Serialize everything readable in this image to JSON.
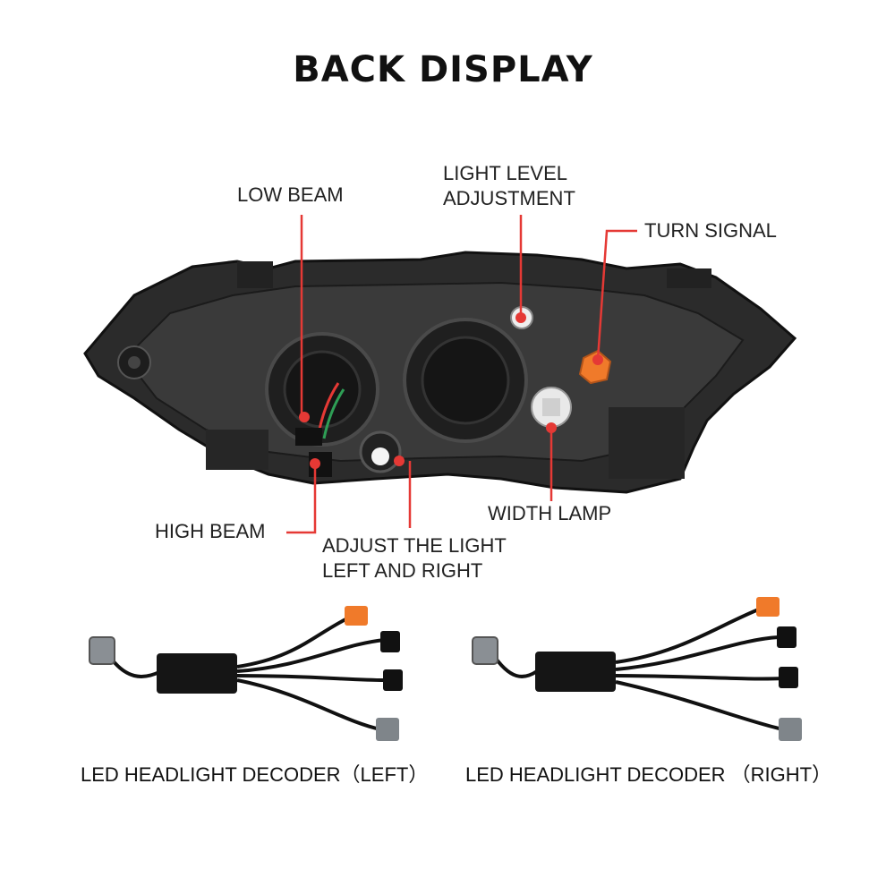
{
  "title": "BACK DISPLAY",
  "callouts": {
    "low_beam": "LOW BEAM",
    "light_level": "LIGHT LEVEL\nADJUSTMENT",
    "turn_signal": "TURN SIGNAL",
    "width_lamp": "WIDTH LAMP",
    "high_beam": "HIGH BEAM",
    "adjust_lr": "ADJUST THE LIGHT\nLEFT AND RIGHT"
  },
  "decoders": {
    "left": "LED HEADLIGHT DECODER（LEFT）",
    "right": "LED HEADLIGHT DECODER （RIGHT）"
  },
  "colors": {
    "callout_line": "#e53935",
    "housing": "#2b2b2b",
    "connector_orange": "#f07a2a"
  }
}
